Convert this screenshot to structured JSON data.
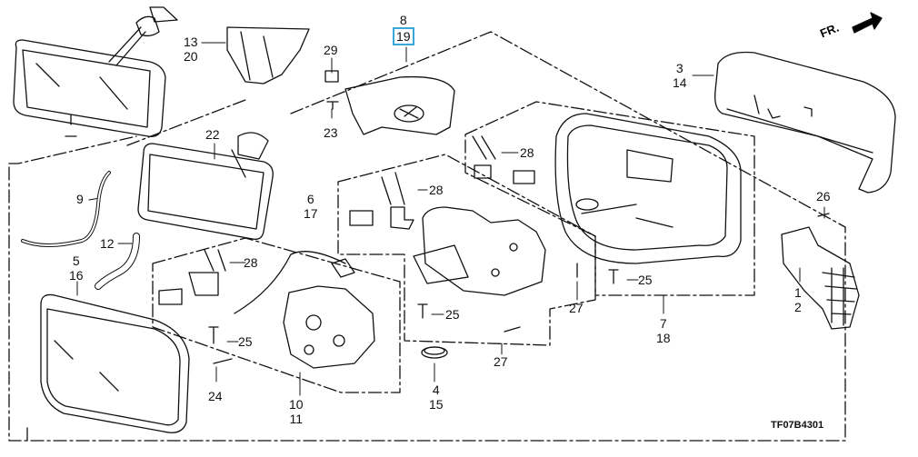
{
  "diagram": {
    "type": "exploded-parts-diagram",
    "subject": "Door mirror / rearview mirror assembly",
    "drawing_code": "TF07B4301",
    "direction_indicator": "FR.",
    "highlight_color": "#3aa6dd",
    "highlighted_callout": "19"
  },
  "callouts": [
    {
      "id": "c-8-19",
      "lines": [
        "8",
        "19"
      ],
      "highlighted": "19"
    },
    {
      "id": "c-13-20",
      "lines": [
        "13",
        "20"
      ]
    },
    {
      "id": "c-29",
      "lines": [
        "29"
      ]
    },
    {
      "id": "c-23",
      "lines": [
        "23"
      ]
    },
    {
      "id": "c-22",
      "lines": [
        "22"
      ]
    },
    {
      "id": "c-3-14",
      "lines": [
        "3",
        "14"
      ]
    },
    {
      "id": "c-9",
      "lines": [
        "9"
      ]
    },
    {
      "id": "c-12",
      "lines": [
        "12"
      ]
    },
    {
      "id": "c-5-16",
      "lines": [
        "5",
        "16"
      ]
    },
    {
      "id": "c-6-17",
      "lines": [
        "6",
        "17"
      ]
    },
    {
      "id": "c-28a",
      "lines": [
        "28"
      ]
    },
    {
      "id": "c-28b",
      "lines": [
        "28"
      ]
    },
    {
      "id": "c-28c",
      "lines": [
        "28"
      ]
    },
    {
      "id": "c-25a",
      "lines": [
        "25"
      ]
    },
    {
      "id": "c-25b",
      "lines": [
        "25"
      ]
    },
    {
      "id": "c-25c",
      "lines": [
        "25"
      ]
    },
    {
      "id": "c-24",
      "lines": [
        "24"
      ]
    },
    {
      "id": "c-10-11",
      "lines": [
        "10",
        "11"
      ]
    },
    {
      "id": "c-4-15",
      "lines": [
        "4",
        "15"
      ]
    },
    {
      "id": "c-27a",
      "lines": [
        "27"
      ]
    },
    {
      "id": "c-27b",
      "lines": [
        "27"
      ]
    },
    {
      "id": "c-7-18",
      "lines": [
        "7",
        "18"
      ]
    },
    {
      "id": "c-26",
      "lines": [
        "26"
      ]
    },
    {
      "id": "c-1-2",
      "lines": [
        "1",
        "2"
      ]
    }
  ]
}
